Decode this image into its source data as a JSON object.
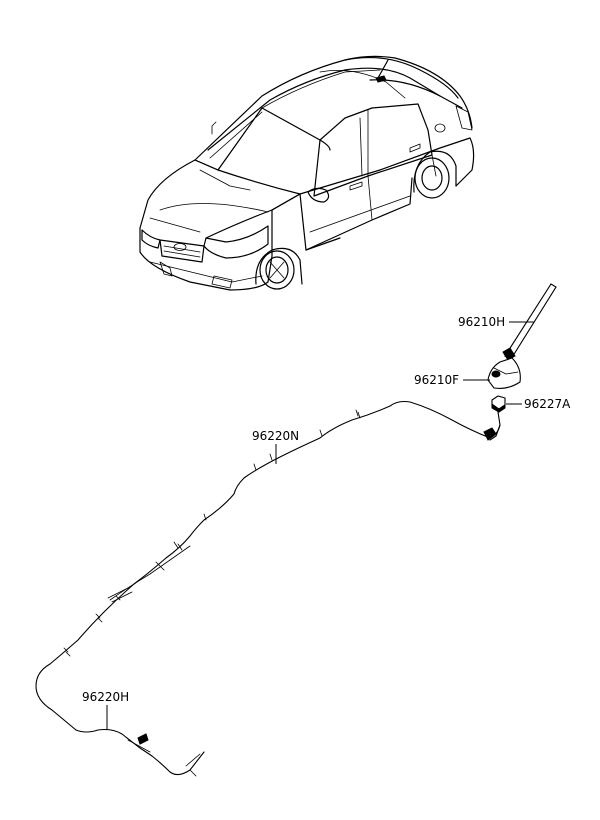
{
  "diagram": {
    "parts": [
      {
        "id": "antenna-mast",
        "code": "96210H"
      },
      {
        "id": "antenna-base",
        "code": "96210F"
      },
      {
        "id": "antenna-nut",
        "code": "96227A"
      },
      {
        "id": "roof-cable",
        "code": "96220N"
      },
      {
        "id": "rear-cable",
        "code": "96220H"
      }
    ]
  }
}
